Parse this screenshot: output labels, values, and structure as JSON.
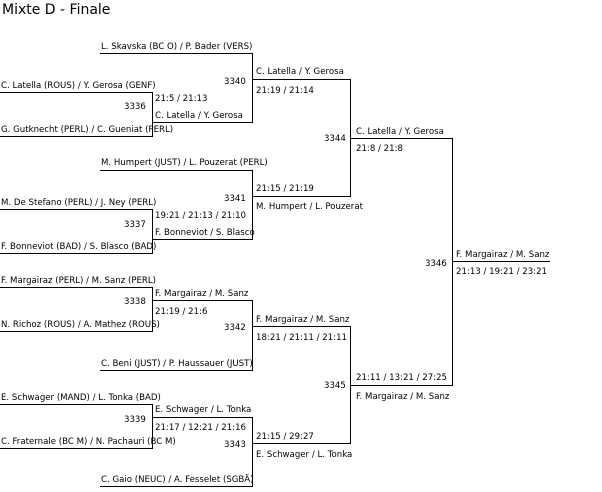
{
  "title": "Mixte D - Finale",
  "matches": {
    "m3336": {
      "id": "3336",
      "score": "21:5 / 21:13",
      "winner": "C. Latella / Y. Gerosa"
    },
    "m3337": {
      "id": "3337",
      "score": "19:21 / 21:13 / 21:10",
      "winner": "F. Bonneviot / S. Blasco"
    },
    "m3338": {
      "id": "3338",
      "score": "21:19 / 21:6",
      "winner": "F. Margairaz / M. Sanz"
    },
    "m3339": {
      "id": "3339",
      "score": "21:17 / 12:21 / 21:16",
      "winner": "E. Schwager / L. Tonka"
    },
    "m3340": {
      "id": "3340",
      "score": "21:19 / 21:14",
      "winner": "C. Latella / Y. Gerosa"
    },
    "m3341": {
      "id": "3341",
      "score": "21:15 / 21:19",
      "winner": "M. Humpert / L. Pouzerat"
    },
    "m3342": {
      "id": "3342",
      "score": "18:21 / 21:11 / 21:11",
      "winner": "F. Margairaz / M. Sanz"
    },
    "m3343": {
      "id": "3343",
      "score": "21:15 / 29:27",
      "winner": "E. Schwager / L. Tonka"
    },
    "m3344": {
      "id": "3344",
      "score": "21:8 / 21:8",
      "winner": "C. Latella / Y. Gerosa"
    },
    "m3345": {
      "id": "3345",
      "score": "21:11 / 13:21 / 27:25",
      "winner": "F. Margairaz / M. Sanz"
    },
    "m3346": {
      "id": "3346",
      "score": "21:13 / 19:21 / 23:21",
      "winner": "F. Margairaz / M. Sanz"
    }
  },
  "entries": {
    "skavska_bader": "L. Skavska (BC O) / P. Bader (VERS)",
    "latella_gerosa": "C. Latella (ROUS) / Y. Gerosa (GENF)",
    "gutknecht_gueniat": "G. Gutknecht (PERL) / C. Gueniat (PERL)",
    "humpert_pouzerat": "M. Humpert (JUST) / L. Pouzerat (PERL)",
    "destefano_ney": "M. De Stefano (PERL) / J. Ney (PERL)",
    "bonneviot_blasco": "F. Bonneviot (BAD) / S. Blasco (BAD)",
    "margairaz_sanz": "F. Margairaz (PERL) / M. Sanz (PERL)",
    "richoz_mathez": "N. Richoz (ROUS) / A. Mathez (ROUS)",
    "beni_haussauer": "C. Beni (JUST) / P. Haussauer (JUST)",
    "schwager_tonka": "E. Schwager (MAND) / L. Tonka (BAD)",
    "fraternale_pachauri": "C. Fraternale (BC M) / N. Pachauri (BC M)",
    "gaio_fesselet": "C. Gaio (NEUC) / A. Fesselet (SGBÄ)"
  }
}
